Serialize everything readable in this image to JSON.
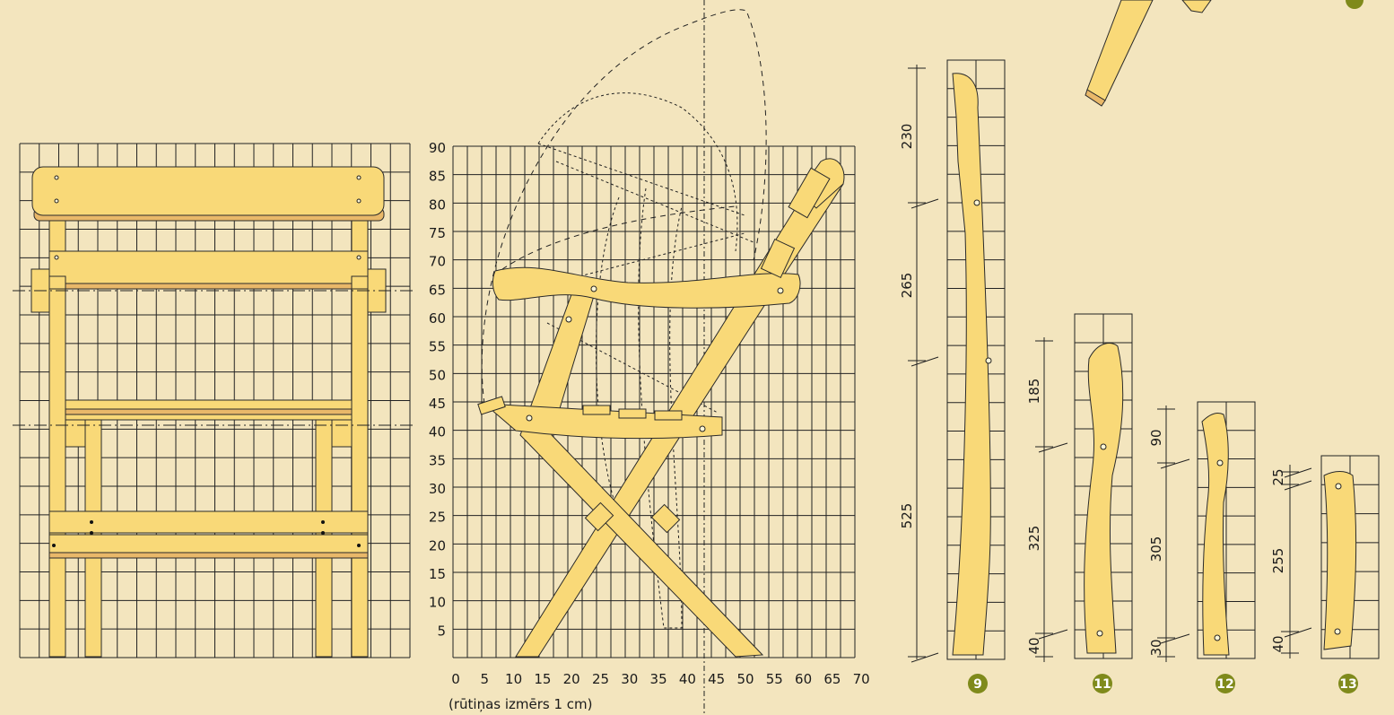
{
  "colors": {
    "background": "#f3e5be",
    "wood": "#f9d978",
    "wood_shadow": "#e9b869",
    "badge": "#7f8a1b",
    "grid": "#222222"
  },
  "side_view": {
    "y_ticks": [
      "90",
      "85",
      "80",
      "75",
      "70",
      "65",
      "60",
      "55",
      "50",
      "45",
      "40",
      "35",
      "30",
      "25",
      "20",
      "15",
      "10",
      "5"
    ],
    "x_ticks": [
      "0",
      "5",
      "10",
      "15",
      "20",
      "25",
      "30",
      "35",
      "40",
      "45",
      "50",
      "55",
      "60",
      "65",
      "70"
    ],
    "scale_note": "(rūtiņas izmērs 1 cm)"
  },
  "parts": {
    "p9": {
      "badge": "9",
      "dims": [
        "230",
        "265",
        "525"
      ]
    },
    "p11": {
      "badge": "11",
      "dims": [
        "185",
        "325",
        "40"
      ]
    },
    "p12": {
      "badge": "12",
      "dims": [
        "90",
        "305",
        "30"
      ]
    },
    "p13": {
      "badge": "13",
      "dims": [
        "25",
        "255",
        "40"
      ]
    }
  }
}
